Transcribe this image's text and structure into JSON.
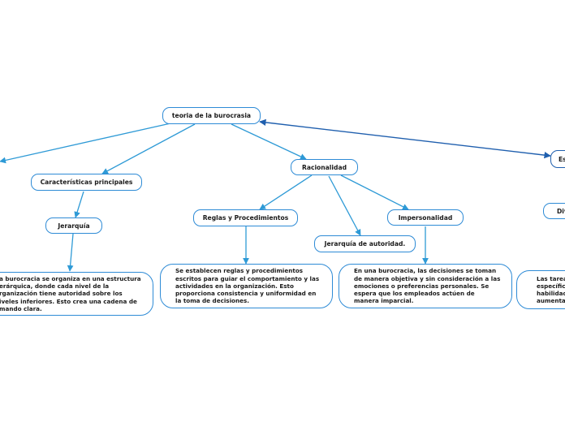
{
  "colors": {
    "edge": "#2e9ad6",
    "edge_dark": "#1f5fae",
    "border": "#2e8bd6"
  },
  "nodes": {
    "root": "teoria de la burocrasia",
    "caracteristicas": "Características principales",
    "jerarquia": "Jerarquía",
    "jerarquia_desc": "a burocracia se organiza en una estructura\nerárquica, donde cada nivel de la\nrganización tiene autoridad sobre los\niveles inferiores. Esto crea una cadena de\nmando clara.",
    "racionalidad": "Racionalidad",
    "reglas": "Reglas y Procedimientos",
    "reglas_desc": "Se establecen reglas y procedimientos\nescritos para guiar el comportamiento y las\nactividades en la organización. Esto\nproporciona consistencia y uniformidad en\nla toma de decisiones.",
    "jerarquia_autoridad": "Jerarquía de autoridad.",
    "impersonalidad": "Impersonalidad",
    "impersonalidad_desc": " En una burocracia, las decisiones se toman\nde manera objetiva y sin consideración a las\nemociones o preferencias personales. Se\nespera que los empleados actúen de\nmanera imparcial.",
    "es_partial": "Es",
    "div_partial": "Div",
    "tareas_desc": "Las tarea\nespecífica\nhabilidad\naumenta"
  }
}
